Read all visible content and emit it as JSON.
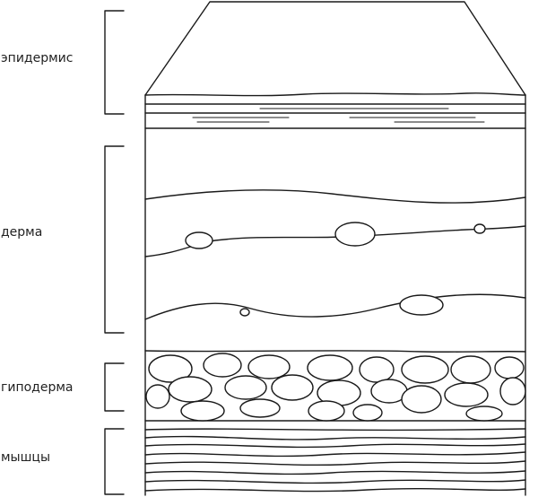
{
  "labels": {
    "epidermis": "эпидермис",
    "dermis": "дерма",
    "hypodermis": "гиподерма",
    "muscles": "мышцы"
  },
  "colors": {
    "stroke": "#1a1a1a",
    "text": "#222222",
    "background": "#ffffff"
  }
}
